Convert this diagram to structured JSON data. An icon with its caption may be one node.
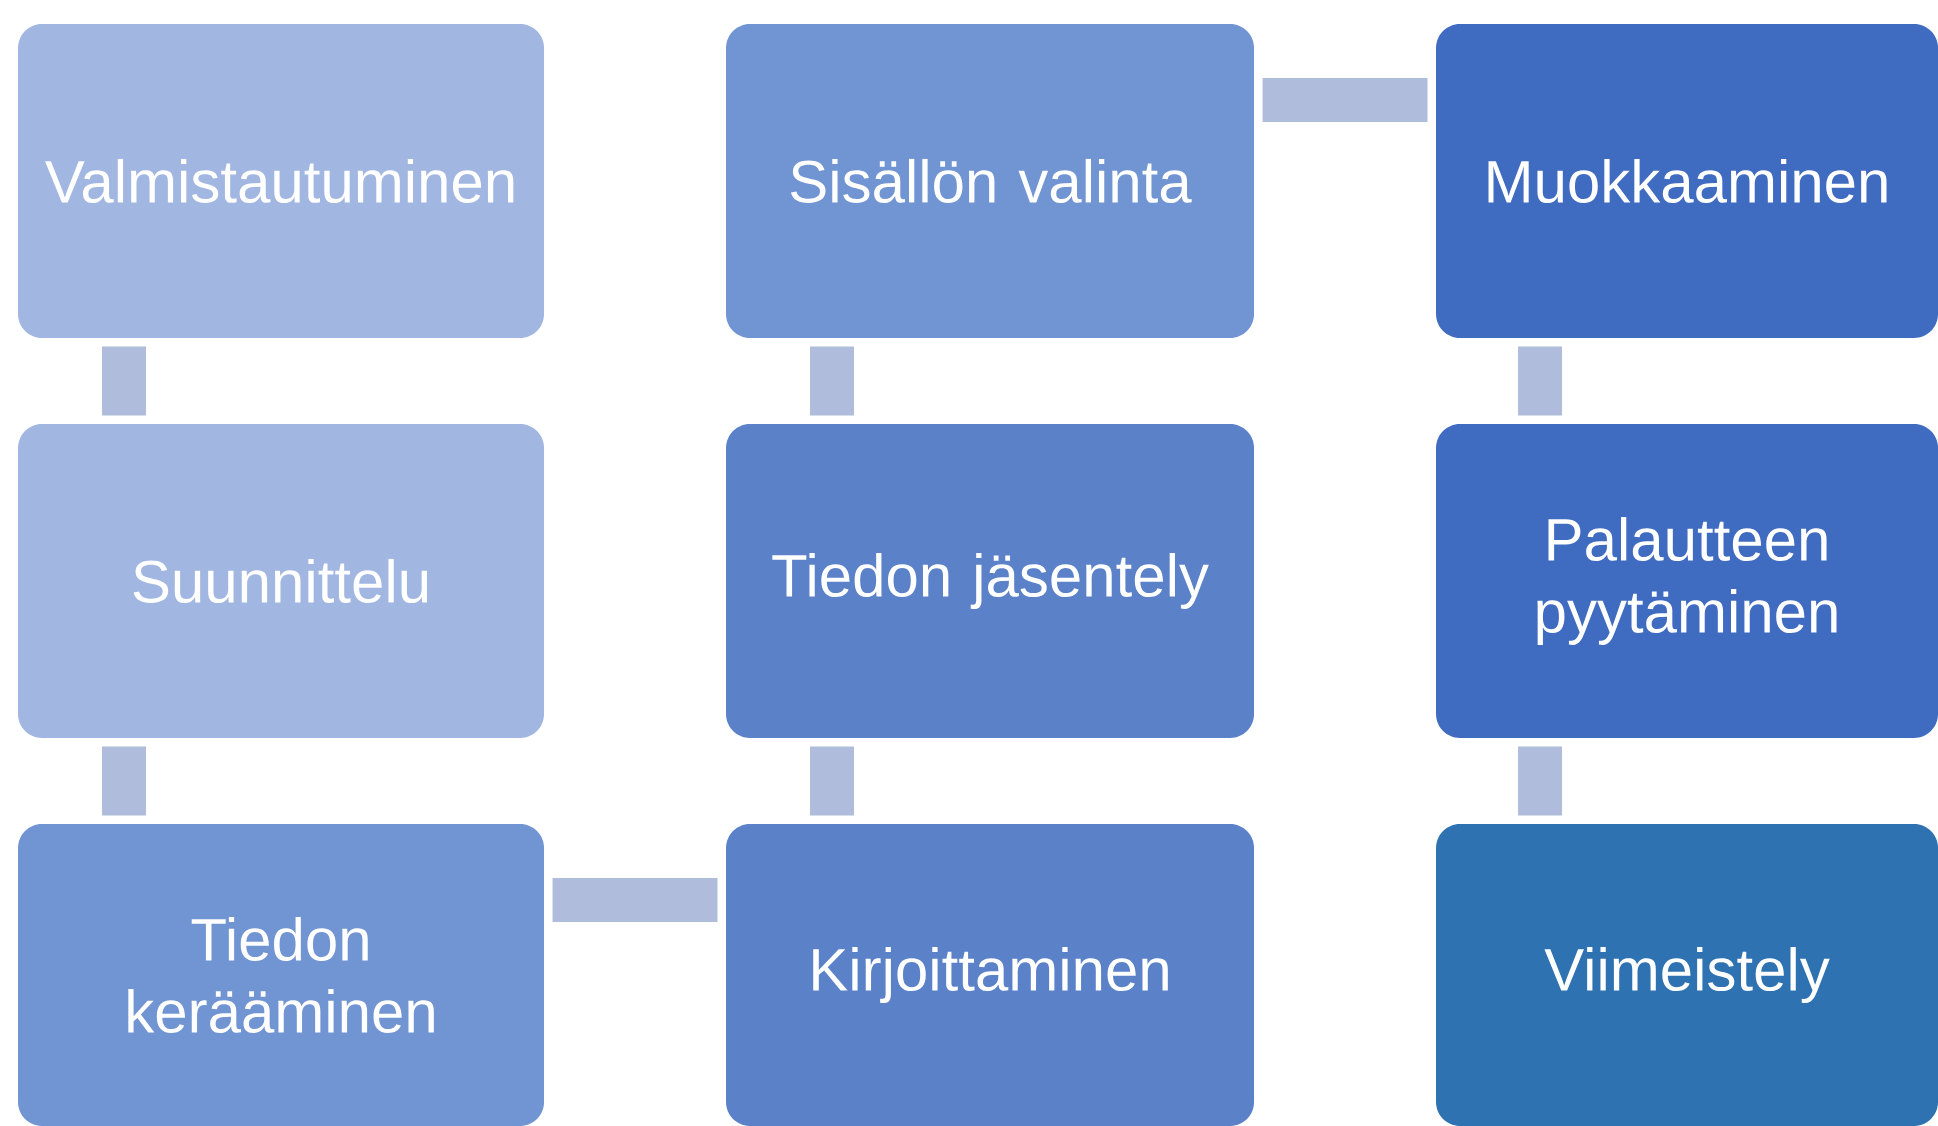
{
  "diagram": {
    "nodes": [
      {
        "text": [
          "Valmistautuminen"
        ]
      },
      {
        "text": [
          "Suunnittelu"
        ]
      },
      {
        "text": [
          "Tiedon kerääminen"
        ]
      },
      {
        "text": [
          "Kirjoittaminen"
        ]
      },
      {
        "text": [
          "Tiedon jäsentely"
        ]
      },
      {
        "text": [
          "Sisällön valinta"
        ]
      },
      {
        "text": [
          "Muokkaaminen"
        ]
      },
      {
        "text": [
          "Palautteen pyytäminen"
        ]
      },
      {
        "text": [
          "Viimeistely"
        ]
      }
    ],
    "edges": [
      {
        "from": 0,
        "to": 1,
        "arrow": "none"
      },
      {
        "from": 1,
        "to": 2,
        "arrow": "none"
      },
      {
        "from": 2,
        "to": 3,
        "arrow": "none"
      },
      {
        "from": 3,
        "to": 4,
        "arrow": "none"
      },
      {
        "from": 4,
        "to": 5,
        "arrow": "none"
      },
      {
        "from": 5,
        "to": 6,
        "arrow": "none"
      },
      {
        "from": 6,
        "to": 7,
        "arrow": "none"
      },
      {
        "from": 7,
        "to": 8,
        "arrow": "none"
      }
    ]
  }
}
